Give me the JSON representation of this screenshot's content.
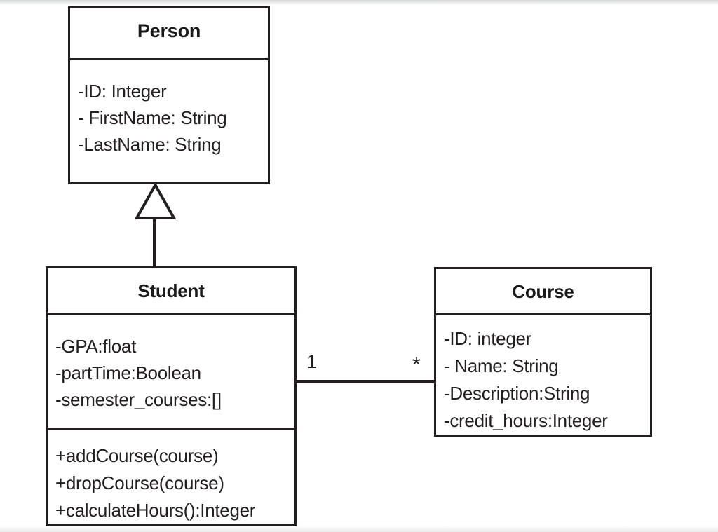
{
  "diagram": {
    "type": "uml-class-diagram",
    "title": "",
    "background_color": "#ffffff",
    "line_color": "#231f20",
    "classes": [
      {
        "id": "person",
        "name": "Person",
        "attributes": [
          "-ID: Integer",
          "- FirstName: String",
          "-LastName: String"
        ],
        "operations": []
      },
      {
        "id": "student",
        "name": "Student",
        "attributes": [
          "-GPA:float",
          "-partTime:Boolean",
          "-semester_courses:[]"
        ],
        "operations": [
          "+addCourse(course)",
          "+dropCourse(course)",
          "+calculateHours():Integer"
        ]
      },
      {
        "id": "course",
        "name": "Course",
        "attributes": [
          "-ID: integer",
          "- Name: String",
          "-Description:String",
          "-credit_hours:Integer"
        ],
        "operations": []
      }
    ],
    "relationships": [
      {
        "id": "person-student-generalization",
        "kind": "generalization",
        "from": "Student",
        "to": "Person",
        "arrow": "hollow-triangle"
      },
      {
        "id": "student-course-association",
        "kind": "association",
        "from": "Student",
        "to": "Course",
        "source_multiplicity": "1",
        "target_multiplicity": "*"
      }
    ]
  }
}
